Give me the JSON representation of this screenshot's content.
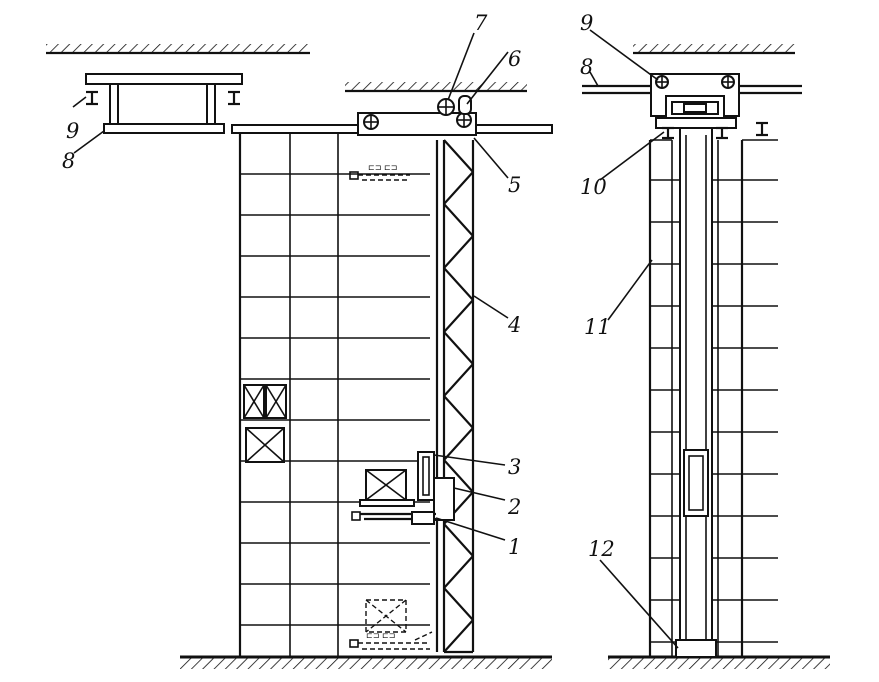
{
  "labels": {
    "n1": "1",
    "n2": "2",
    "n3": "3",
    "n4": "4",
    "n5": "5",
    "n6": "6",
    "n7": "7",
    "n8_left": "8",
    "n9_left": "9",
    "n8_right": "8",
    "n9_right": "9",
    "n10": "10",
    "n11": "11",
    "n12": "12"
  },
  "colors": {
    "ink": "#111111",
    "paper": "#ffffff"
  }
}
